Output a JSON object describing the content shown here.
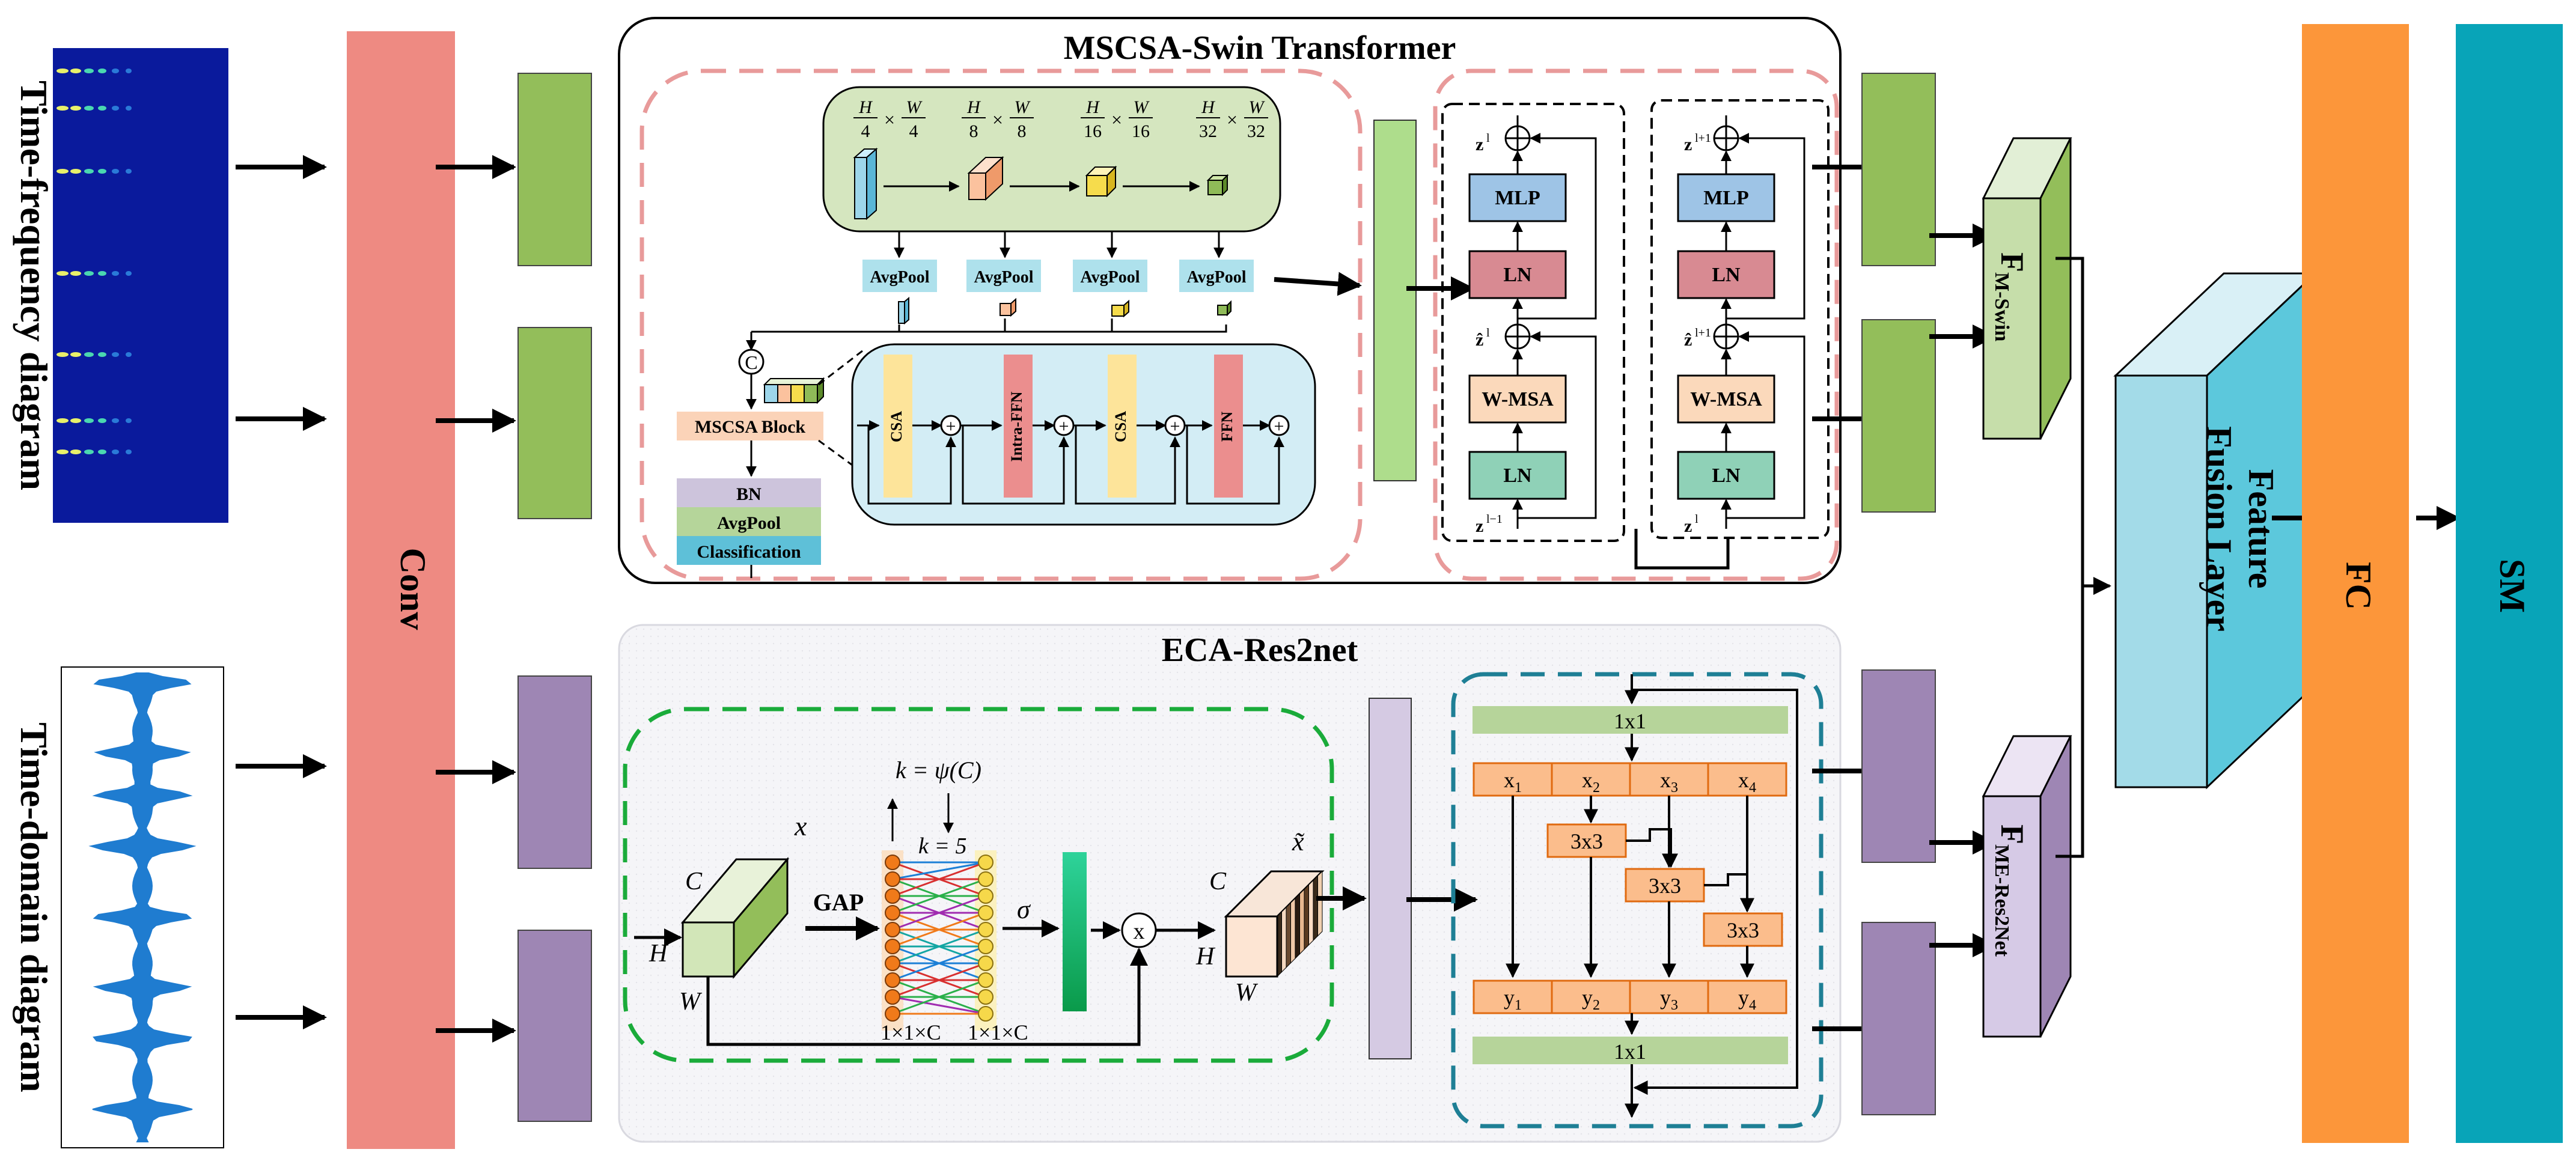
{
  "inputs": {
    "tf_label": "Time-frequency diagram",
    "td_label": "Time-domain diagram"
  },
  "conv_label": "Conv",
  "mscsa": {
    "title": "MSCSA-Swin Transformer",
    "stages": [
      {
        "num_h": "H",
        "den_h": "4",
        "num_w": "W",
        "den_w": "4"
      },
      {
        "num_h": "H",
        "den_h": "8",
        "num_w": "W",
        "den_w": "8"
      },
      {
        "num_h": "H",
        "den_h": "16",
        "num_w": "W",
        "den_w": "16"
      },
      {
        "num_h": "H",
        "den_h": "32",
        "num_w": "W",
        "den_w": "32"
      }
    ],
    "times": "×",
    "avgpool": "AvgPool",
    "concat": "C",
    "block_label": "MSCSA Block",
    "head": [
      "BN",
      "AvgPool",
      "Classification"
    ],
    "inner_blocks": [
      "CSA",
      "Intra-FFN",
      "CSA",
      "FFN"
    ],
    "plus": "+"
  },
  "swin": {
    "left": {
      "z_top": "z",
      "z_top_sup": "l",
      "mlp": "MLP",
      "ln": "LN",
      "z_hat": "ẑ",
      "z_hat_sup": "l",
      "wmsa": "W-MSA",
      "ln2": "LN",
      "z_in": "z",
      "z_in_sup": "l−1"
    },
    "right": {
      "z_top": "z",
      "z_top_sup": "l+1",
      "mlp": "MLP",
      "ln": "LN",
      "z_hat": "ẑ",
      "z_hat_sup": "l+1",
      "wmsa": "W-MSA",
      "ln2": "LN",
      "z_in": "z",
      "z_in_sup": "l"
    }
  },
  "eca": {
    "title": "ECA-Res2net",
    "k_eq": "k = ψ(C)",
    "k_val": "k = 5",
    "x": "x",
    "x_tilde": "x̃",
    "C": "C",
    "H": "H",
    "W": "W",
    "gap": "GAP",
    "sigma": "σ",
    "mult": "x",
    "dim1": "1×1×C",
    "dim2": "1×1×C"
  },
  "res2": {
    "conv1": "1x1",
    "xs": [
      "x",
      "x",
      "x",
      "x"
    ],
    "ys": [
      "y",
      "y",
      "y",
      "y"
    ],
    "subs": [
      "1",
      "2",
      "3",
      "4"
    ],
    "conv3": "3x3",
    "conv1b": "1x1"
  },
  "fusion": {
    "f_mswin": "F",
    "f_mswin_sub": "M-Swin",
    "f_mres": "F",
    "f_mres_sub": "ME-Res2Net",
    "fusion_label_1": "Feature",
    "fusion_label_2": "Fusion Layer",
    "fc": "FC",
    "sm": "SM"
  },
  "colors": {
    "conv": "#ee8a82",
    "green_feat": "#93be5a",
    "purple_feat": "#9e86b4",
    "fc": "#fc963a",
    "sm": "#08a4b8",
    "fusion_front": "#a3dbe8",
    "fusion_side": "#5cc8dc",
    "stage_bg": "#d5e6bf",
    "avgpool": "#aee1ec",
    "block_bg": "#d3edf5",
    "csa": "#fde49a",
    "ffn": "#eb8e8e",
    "mlp": "#9ec4e6",
    "ln_red": "#d88a92",
    "wmsa": "#fbd9bb",
    "ln_green": "#8fd1b7",
    "res_orange": "#fbbd8c",
    "res_green": "#b6d49a",
    "spectrogram": "#0a1a9c"
  }
}
